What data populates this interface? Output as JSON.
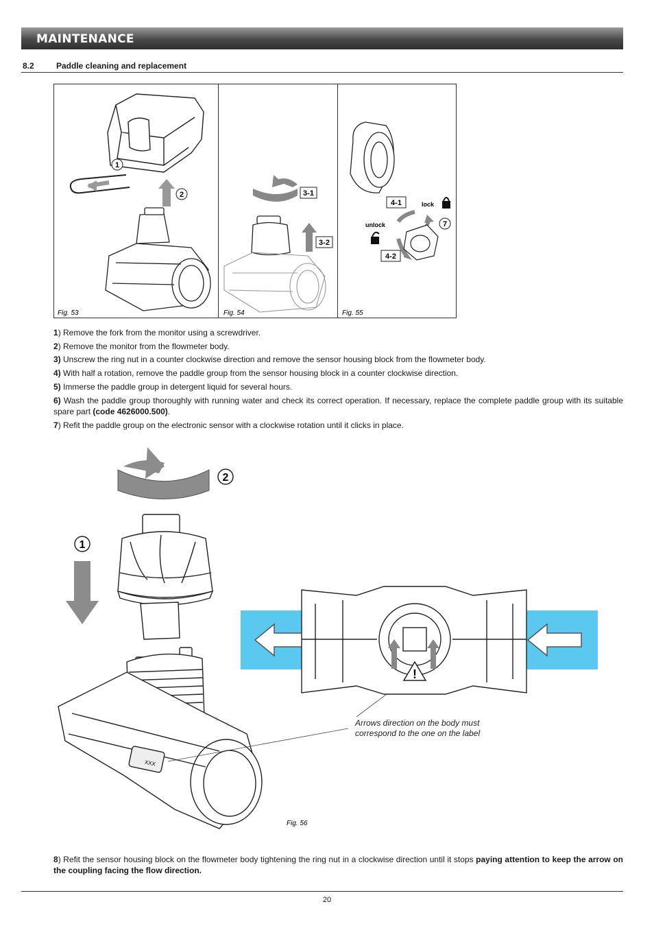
{
  "header": {
    "title": "MAINTENANCE"
  },
  "section": {
    "number": "8.2",
    "title": "Paddle cleaning and replacement"
  },
  "figures": {
    "fig53": {
      "caption": "Fig. 53",
      "callouts": [
        "1",
        "2"
      ]
    },
    "fig54": {
      "caption": "Fig. 54",
      "callouts": [
        "3-1",
        "3-2"
      ]
    },
    "fig55": {
      "caption": "Fig. 55",
      "callouts": [
        "4-1",
        "4-2",
        "7"
      ],
      "lock_label": "lock",
      "unlock_label": "unlock"
    },
    "fig56": {
      "caption": "Fig. 56",
      "callouts": [
        "1",
        "2"
      ],
      "label_text": "XXX",
      "note_line1": "Arrows direction on the body must",
      "note_line2": "correspond to the one on the label"
    }
  },
  "steps": [
    {
      "num": "1",
      "text": ") Remove the fork from the monitor using a screwdriver."
    },
    {
      "num": "2",
      "text": ") Remove the monitor from the flowmeter body."
    },
    {
      "num": "3)",
      "text": " Unscrew the ring nut in a counter clockwise direction and remove the sensor housing block from the flowmeter body."
    },
    {
      "num": "4)",
      "text": " With half a rotation, remove the paddle group from the sensor housing block in a counter clockwise direction."
    },
    {
      "num": "5)",
      "text": " Immerse the paddle group in detergent liquid for several hours."
    },
    {
      "num": "6)",
      "text": " Wash the paddle group thoroughly with running water and check its correct operation. If necessary, replace the complete paddle group with its suitable spare part ",
      "bold_tail": "(code 4626000.500)",
      "tail": "."
    },
    {
      "num": "7",
      "text": ") Refit the paddle group on the electronic sensor with a clockwise rotation until it clicks in place."
    },
    {
      "num": "8",
      "text": ") Refit the sensor housing block on the flowmeter body tightening the ring nut in a clockwise direction until it stops ",
      "bold_tail": "paying attention to keep the arrow on the coupling facing the flow direction."
    }
  ],
  "footer": {
    "page_number": "20"
  },
  "colors": {
    "flow_blue": "#5bc8f0",
    "banner_dark": "#3a3a3a",
    "arrow_grey": "#8c8c8c"
  }
}
